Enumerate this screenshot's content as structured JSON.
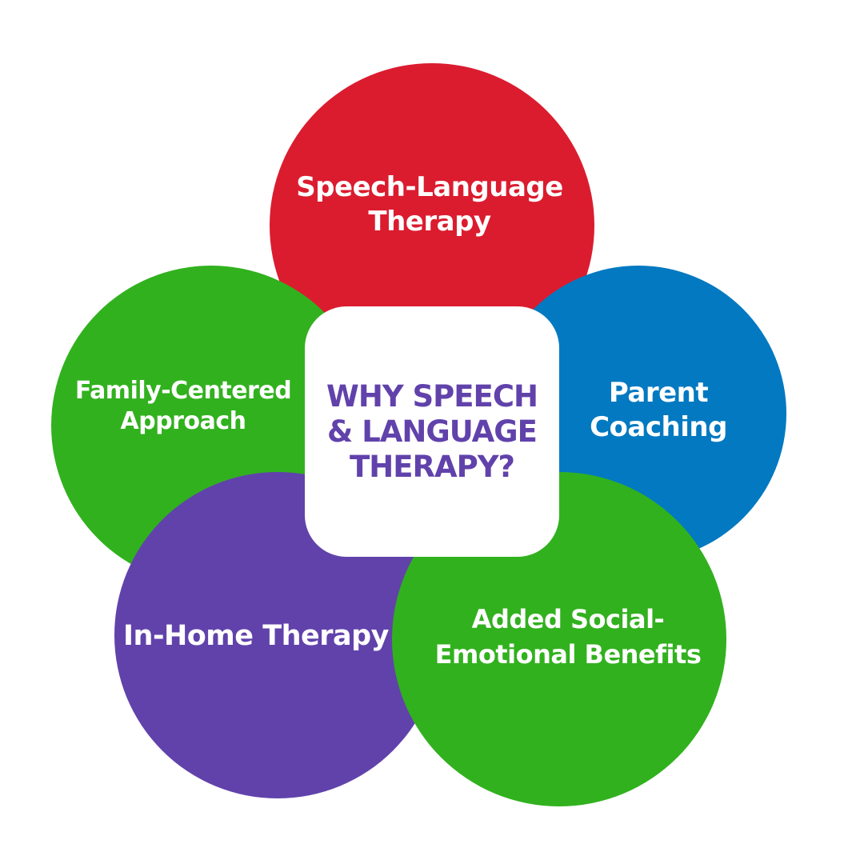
{
  "colors": {
    "red": "#db1c2f",
    "blue": "#0279c1",
    "green": "#31b11e",
    "purple": "#6142ab",
    "white": "#ffffff"
  },
  "center": {
    "lines": [
      "WHY SPEECH",
      "& LANGUAGE",
      "THERAPY?"
    ]
  },
  "nodes": {
    "speech_language_therapy": {
      "lines": [
        "Speech-Language",
        "Therapy"
      ],
      "color": "#db1c2f"
    },
    "parent_coaching": {
      "lines": [
        "Parent",
        "Coaching"
      ],
      "color": "#0279c1"
    },
    "family_centered_approach": {
      "lines": [
        "Family-Centered",
        "Approach"
      ],
      "color": "#31b11e"
    },
    "in_home_therapy": {
      "lines": [
        "In-Home Therapy"
      ],
      "color": "#6142ab"
    },
    "social_emotional_benefits": {
      "lines": [
        "Added Social-",
        "Emotional Benefits"
      ],
      "color": "#31b11e"
    }
  }
}
